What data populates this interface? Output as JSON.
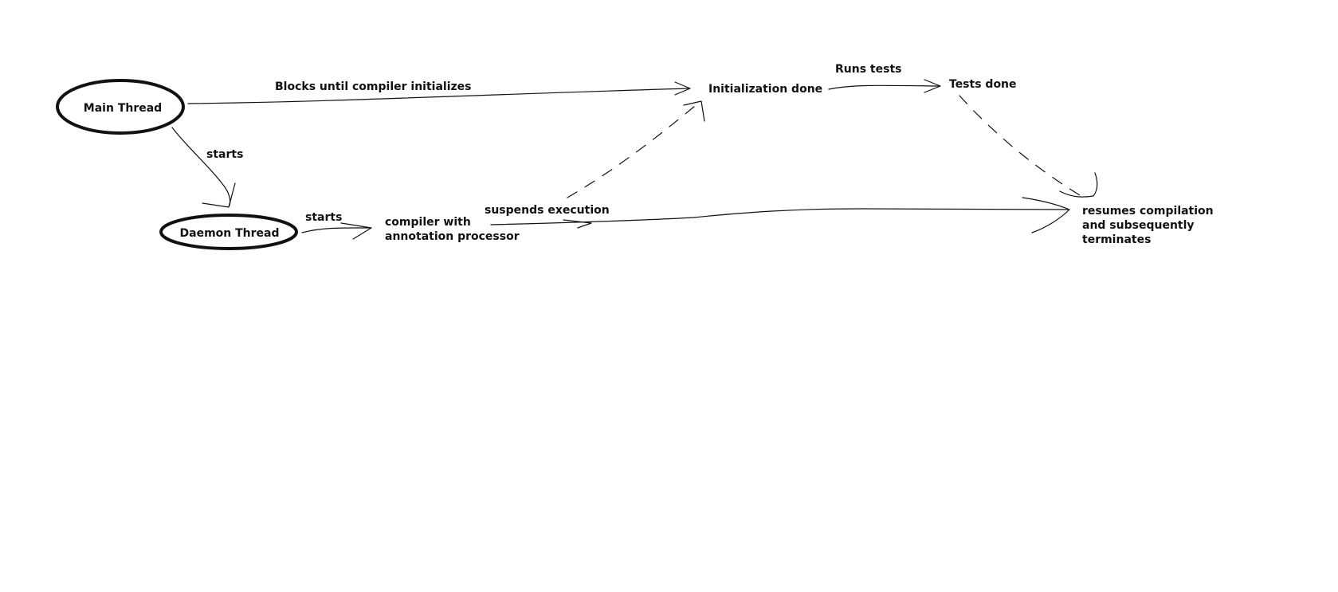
{
  "nodes": {
    "main_thread": "Main Thread",
    "daemon_thread": "Daemon Thread",
    "compiler": [
      "compiler with",
      "annotation processor"
    ],
    "initialization_done": "Initialization done",
    "tests_done": "Tests done",
    "resumes": [
      "resumes compilation",
      "and subsequently",
      "terminates"
    ]
  },
  "edges": {
    "blocks": "Blocks until compiler initializes",
    "main_starts": "starts",
    "daemon_starts": "starts",
    "suspends": "suspends execution",
    "runs_tests": "Runs tests"
  },
  "colors": {
    "ink": "#111111",
    "background": "#ffffff"
  }
}
